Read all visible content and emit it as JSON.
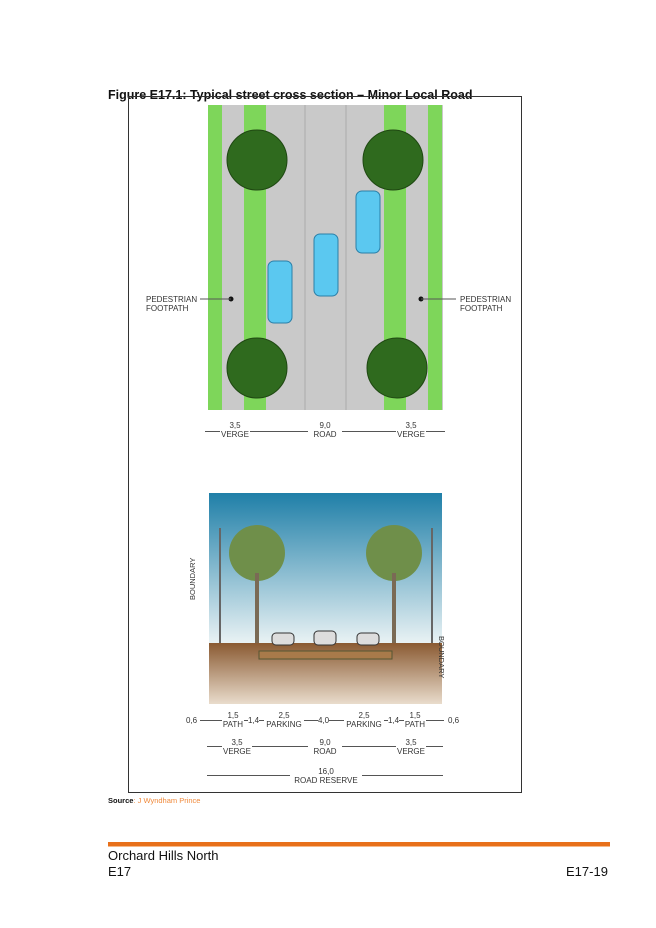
{
  "caption": "Figure E17.1: Typical street cross section – Minor Local Road",
  "plan": {
    "left_label": [
      "PEDESTRIAN",
      "FOOTPATH"
    ],
    "right_label": [
      "PEDESTRIAN",
      "FOOTPATH"
    ],
    "dims": [
      {
        "value": "3,5",
        "name": "VERGE"
      },
      {
        "value": "9,0",
        "name": "ROAD"
      },
      {
        "value": "3,5",
        "name": "VERGE"
      }
    ]
  },
  "section": {
    "boundary_left": "BOUNDARY",
    "boundary_right": "BOUNDARY",
    "row1": [
      {
        "value": "0,6",
        "name": ""
      },
      {
        "value": "1,5",
        "name": "PATH"
      },
      {
        "value": "1,4",
        "name": ""
      },
      {
        "value": "2,5",
        "name": "PARKING"
      },
      {
        "value": "4,0",
        "name": ""
      },
      {
        "value": "2,5",
        "name": "PARKING"
      },
      {
        "value": "1,4",
        "name": ""
      },
      {
        "value": "1,5",
        "name": "PATH"
      },
      {
        "value": "0,6",
        "name": ""
      }
    ],
    "row2": [
      {
        "value": "3,5",
        "name": "VERGE"
      },
      {
        "value": "9,0",
        "name": "ROAD"
      },
      {
        "value": "3,5",
        "name": "VERGE"
      }
    ],
    "row3": {
      "value": "16,0",
      "name": "ROAD RESERVE"
    }
  },
  "source": {
    "label": "Source",
    "text": ": J Wyndham Prince"
  },
  "footer": {
    "title": "Orchard Hills North",
    "section": "E17",
    "page": "E17-19"
  },
  "colors": {
    "accent": "#e8701a",
    "green": "#7ed65a",
    "road": "#c8c8c8",
    "car": "#5bc8f0"
  }
}
